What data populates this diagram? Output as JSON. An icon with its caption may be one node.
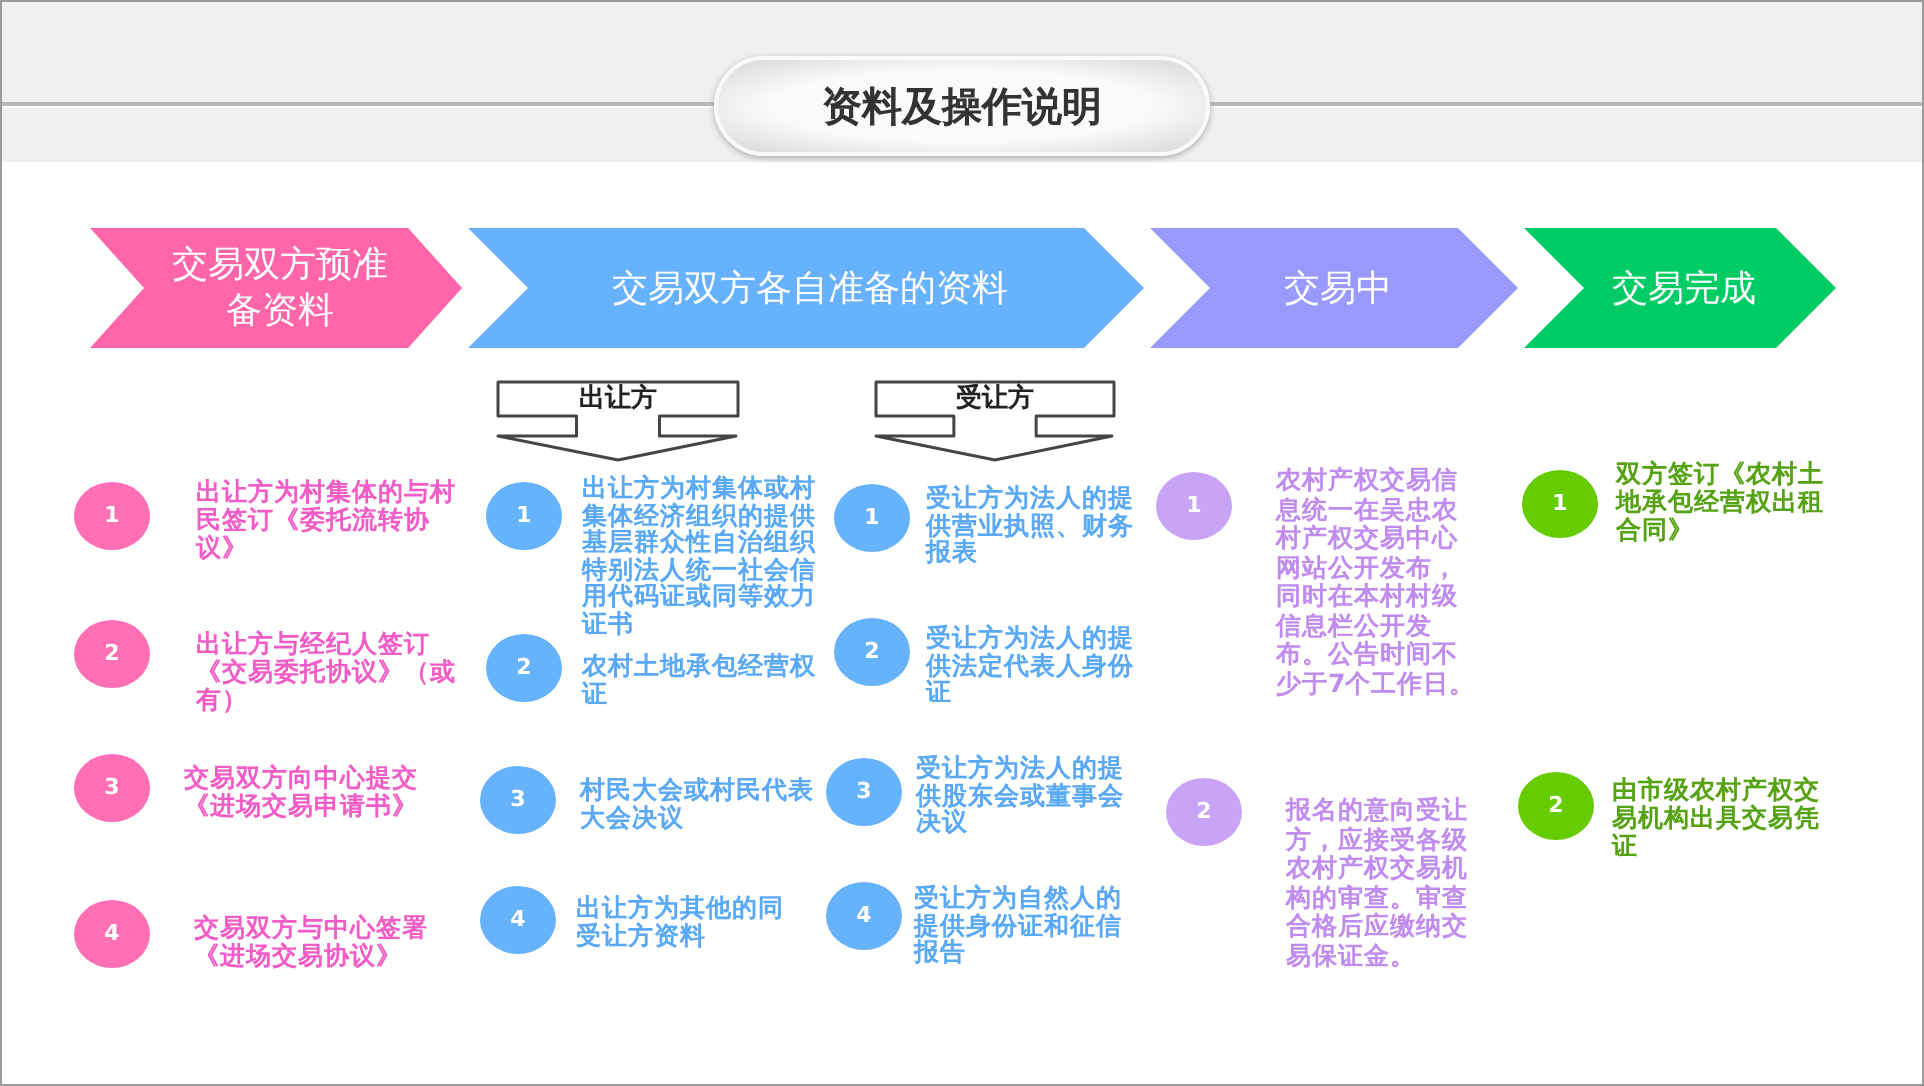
{
  "diagram": {
    "title": "资料及操作说明",
    "nodes": [
      {
        "text": [
          "交易双方预准备资料"
        ]
      },
      {
        "text": [
          "交易双方各自准备的资料"
        ]
      },
      {
        "text": [
          "交易中"
        ]
      },
      {
        "text": [
          "交易完成"
        ]
      },
      {
        "text": [
          "1"
        ],
        "beside": [
          "出让方为村集体的与村民签订《委托流转协议》"
        ]
      },
      {
        "text": [
          "2"
        ],
        "beside": [
          "出让方与经纪人签订《交易委托协议》（或有）"
        ]
      },
      {
        "text": [
          "3"
        ],
        "beside": [
          "交易双方向中心提交《进场交易申请书》"
        ]
      },
      {
        "text": [
          "4"
        ],
        "beside": [
          "交易双方与中心签署《进场交易协议》"
        ]
      },
      {
        "text": [
          "出让方"
        ]
      },
      {
        "text": [
          "1"
        ],
        "beside": [
          "出让方为村集体或村集体经济组织的提供基层群众性自治组织特别法人统一社会信用代码证或同等效力证书"
        ]
      },
      {
        "text": [
          "2"
        ],
        "beside": [
          "农村土地承包经营权证"
        ]
      },
      {
        "text": [
          "3"
        ],
        "beside": [
          "村民大会或村民代表大会决议"
        ]
      },
      {
        "text": [
          "4"
        ],
        "beside": [
          "出让方为其他的同受让方资料"
        ]
      },
      {
        "text": [
          "受让方"
        ]
      },
      {
        "text": [
          "1"
        ],
        "beside": [
          "受让方为法人的提供营业执照、财务报表"
        ]
      },
      {
        "text": [
          "2"
        ],
        "beside": [
          "受让方为法人的提供法定代表人身份证"
        ]
      },
      {
        "text": [
          "3"
        ],
        "beside": [
          "受让方为法人的提供股东会或董事会决议"
        ]
      },
      {
        "text": [
          "4"
        ],
        "beside": [
          "受让方为自然人的提供身份证和征信报告"
        ]
      },
      {
        "text": [
          "1"
        ],
        "beside": [
          "农村产权交易信息统一在吴忠农村产权交易中心网站公开发布，同时在本村村级信息栏公开发布。公告时间不少于7个工作日。"
        ]
      },
      {
        "text": [
          "2"
        ],
        "beside": [
          "报名的意向受让方，应接受各级农村产权交易机构的审查。审查合格后应缴纳交易保证金。"
        ]
      },
      {
        "text": [
          "1"
        ],
        "beside": [
          "双方签订《农村土地承包经营权出租合同》"
        ]
      },
      {
        "text": [
          "2"
        ],
        "beside": [
          "由市级农村产权交易机构出具交易凭证"
        ]
      }
    ]
  }
}
